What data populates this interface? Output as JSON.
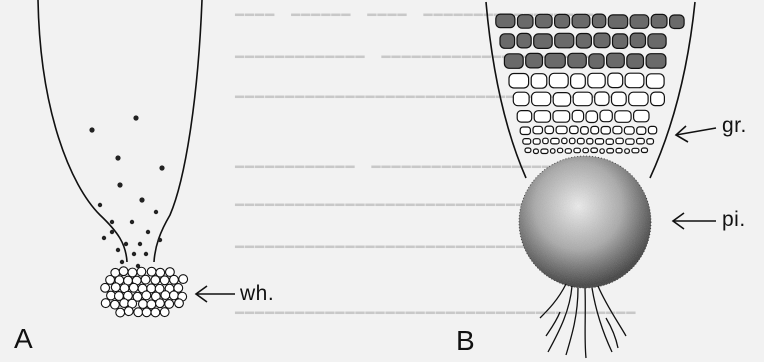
{
  "panels": [
    {
      "letter": "A",
      "labels": [
        {
          "text": "wh."
        }
      ]
    },
    {
      "letter": "B",
      "labels": [
        {
          "text": "gr."
        },
        {
          "text": "pi."
        }
      ]
    }
  ],
  "colors": {
    "ink": "#111111",
    "paper": "#f2f2f2",
    "show_through": "#c8c8c8"
  }
}
